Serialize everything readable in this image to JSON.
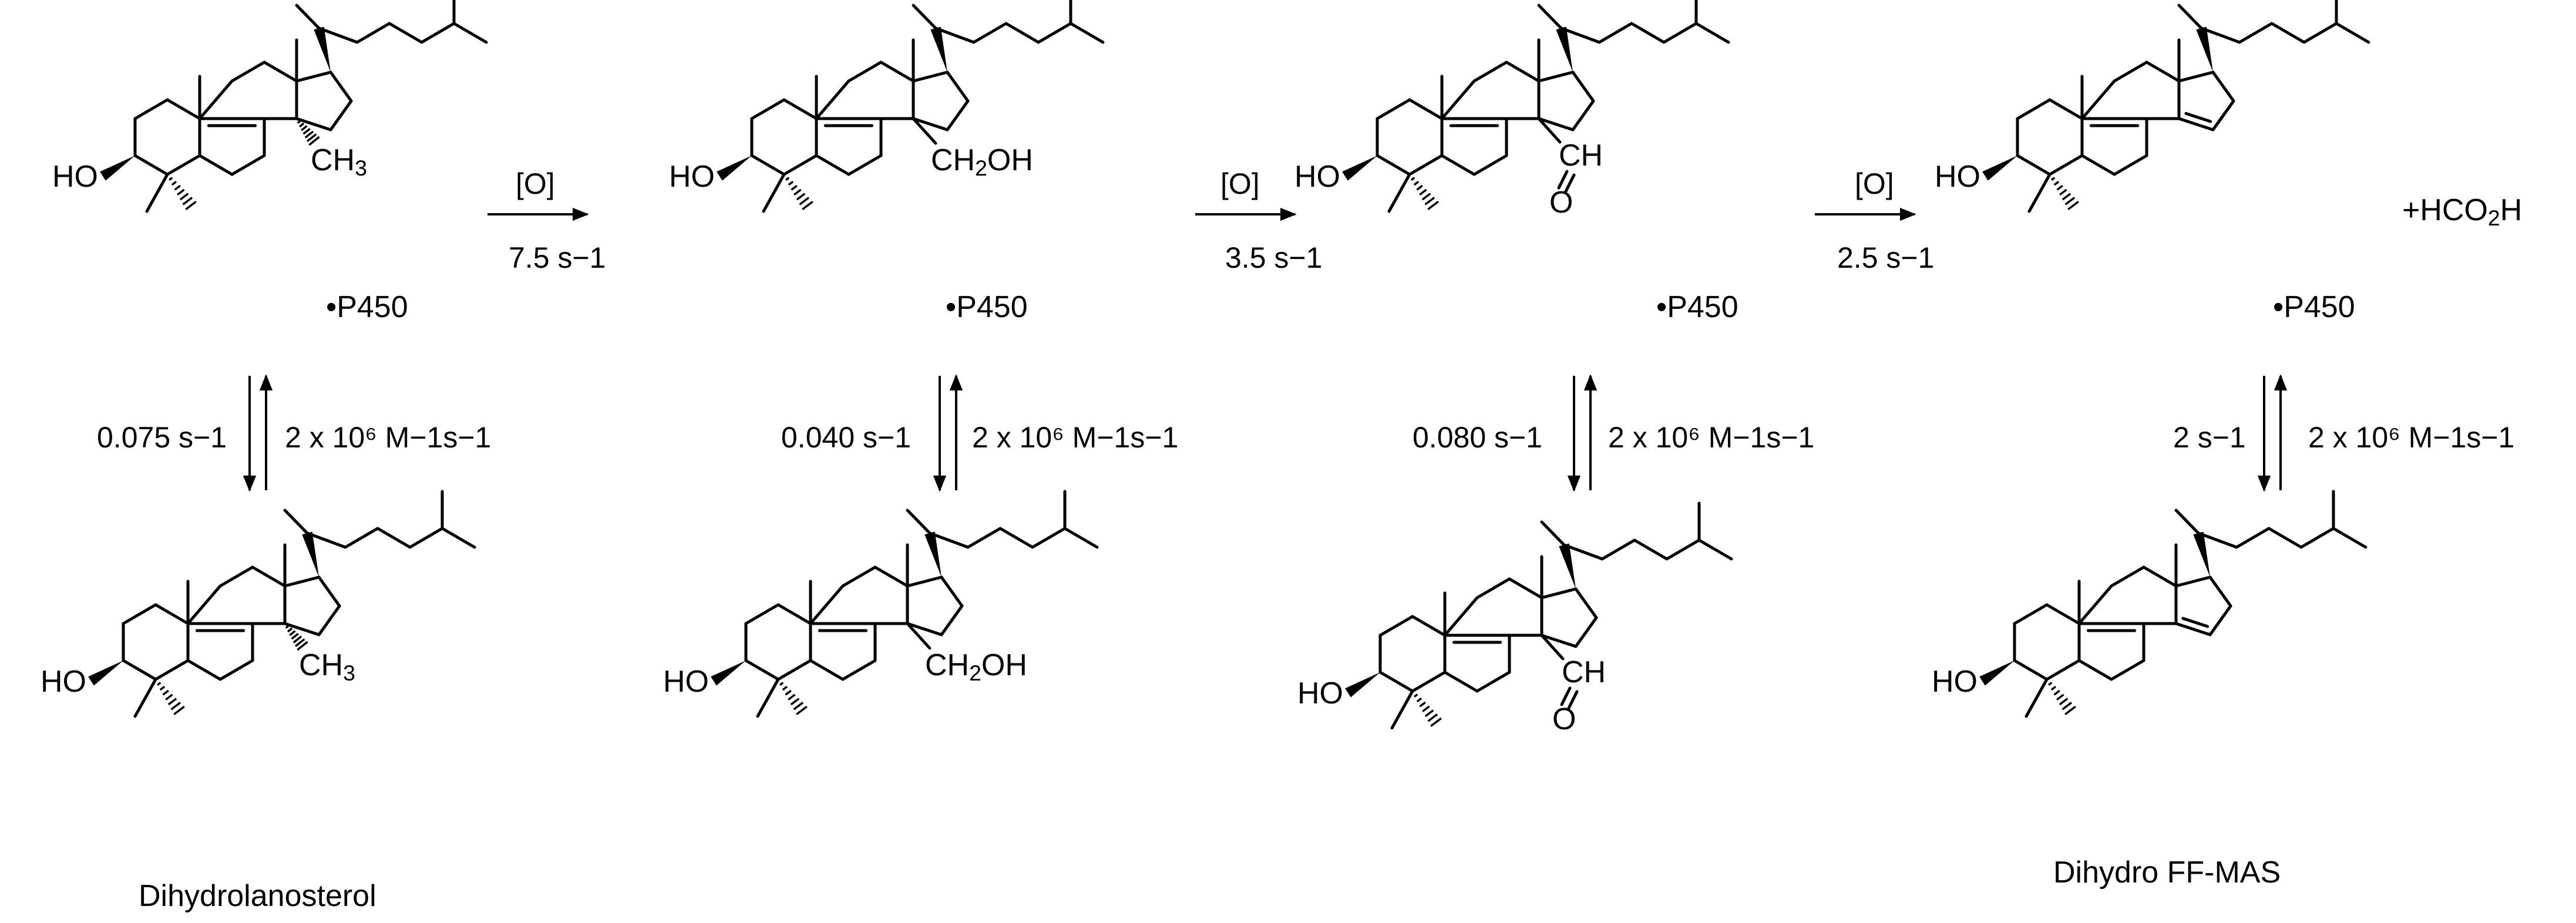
{
  "molecules": [
    {
      "substituent": "CH3",
      "sub": "3",
      "base": "CH",
      "name": "Dihydrolanosterol"
    },
    {
      "substituent": "CH2OH",
      "sub": "2",
      "base": "CH",
      "tail": "OH",
      "name": ""
    },
    {
      "substituent": "CHO",
      "aldehyde_C": "CH",
      "aldehyde_O": "O",
      "name": ""
    },
    {
      "substituent": "",
      "name": "Dihydro FF-MAS"
    }
  ],
  "labels": {
    "ho": "HO",
    "p450": "•P450",
    "oxidant": "[O]",
    "byproduct_prefix": "+HCO",
    "byproduct_sub": "2",
    "byproduct_suffix": "H",
    "mol1_name": "Dihydrolanosterol",
    "mol4_name": "Dihydro FF-MAS"
  },
  "oxidation_steps": [
    {
      "reagent": "[O]",
      "rate": "7.5 s−1"
    },
    {
      "reagent": "[O]",
      "rate": "3.5 s−1"
    },
    {
      "reagent": "[O]",
      "rate": "2.5 s−1"
    }
  ],
  "equilibria": [
    {
      "koff": "0.075 s−1",
      "kon": "2 x 10⁶ M−1s−1"
    },
    {
      "koff": "0.040 s−1",
      "kon": "2 x 10⁶ M−1s−1"
    },
    {
      "koff": "0.080 s−1",
      "kon": "2 x 10⁶ M−1s−1"
    },
    {
      "koff": "2 s−1",
      "kon": "2 x 10⁶ M−1s−1"
    }
  ]
}
